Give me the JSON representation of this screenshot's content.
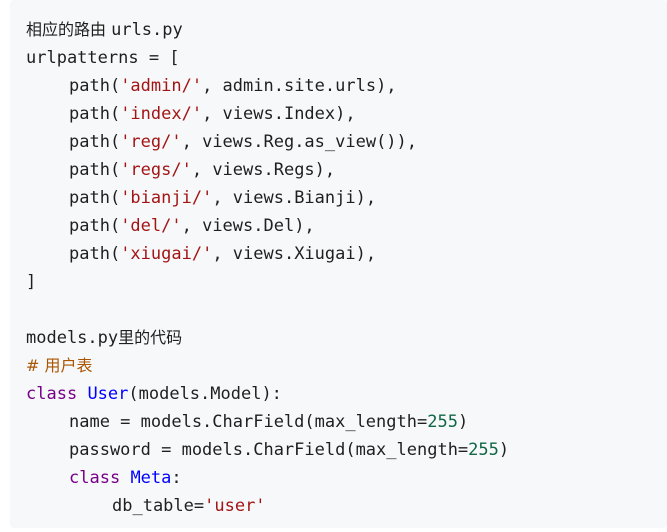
{
  "code": {
    "routes_heading_text": "相应的路由 ",
    "routes_heading_file": "urls.py",
    "urlpatterns_open": "urlpatterns = [",
    "routes": [
      {
        "prefix": "path(",
        "route": "'admin/'",
        "suffix": ", admin.site.urls),"
      },
      {
        "prefix": "path(",
        "route": "'index/'",
        "suffix": ", views.Index),"
      },
      {
        "prefix": "path(",
        "route": "'reg/'",
        "suffix": ", views.Reg.as_view()),"
      },
      {
        "prefix": "path(",
        "route": "'regs/'",
        "suffix": ", views.Regs),"
      },
      {
        "prefix": "path(",
        "route": "'bianji/'",
        "suffix": ", views.Bianji),"
      },
      {
        "prefix": "path(",
        "route": "'del/'",
        "suffix": ", views.Del),"
      },
      {
        "prefix": "path(",
        "route": "'xiugai/'",
        "suffix": ", views.Xiugai),"
      }
    ],
    "urlpatterns_close": "]",
    "models_heading_file": "models.py",
    "models_heading_text": "里的代码",
    "comment": "# 用户表",
    "class_keyword": "class",
    "class_name": "User",
    "class_base": "(models.Model):",
    "fields": [
      {
        "lhs": "name = models.CharField(max_length=",
        "num": "255",
        "rhs": ")"
      },
      {
        "lhs": "password = models.CharField(max_length=",
        "num": "255",
        "rhs": ")"
      }
    ],
    "meta_keyword": "class",
    "meta_name": "Meta",
    "meta_colon": ":",
    "db_table_lhs": "db_table=",
    "db_table_value": "'user'"
  },
  "colors": {
    "background": "#f6f8fa",
    "text": "#1f1f1f",
    "string": "#a31515",
    "keyword": "#770088",
    "class_name": "#0000ff",
    "number": "#116644",
    "comment": "#aa5500"
  }
}
